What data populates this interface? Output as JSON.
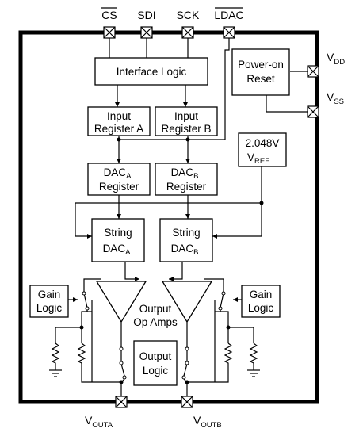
{
  "pins": {
    "cs": "CS",
    "sdi": "SDI",
    "sck": "SCK",
    "ldac": "LDAC",
    "vdd_main": "V",
    "vdd_sub": "DD",
    "vss_main": "V",
    "vss_sub": "SS",
    "vouta_main": "V",
    "vouta_sub": "OUTA",
    "voutb_main": "V",
    "voutb_sub": "OUTB"
  },
  "blocks": {
    "interface_logic": "Interface Logic",
    "power_on_line1": "Power-on",
    "power_on_line2": "Reset",
    "input_a_line1": "Input",
    "input_a_line2": "Register A",
    "input_b_line1": "Input",
    "input_b_line2": "Register B",
    "vref_value": "2.048V",
    "vref_main": "V",
    "vref_sub": "REF",
    "dac_a_main": "DAC",
    "dac_a_sub": "A",
    "dac_a_line2": "Register",
    "dac_b_main": "DAC",
    "dac_b_sub": "B",
    "dac_b_line2": "Register",
    "string_a_line1": "String",
    "string_a_main": "DAC",
    "string_a_sub": "A",
    "string_b_line1": "String",
    "string_b_main": "DAC",
    "string_b_sub": "B",
    "gain_a_line1": "Gain",
    "gain_a_line2": "Logic",
    "gain_b_line1": "Gain",
    "gain_b_line2": "Logic",
    "opamps_line1": "Output",
    "opamps_line2": "Op Amps",
    "output_logic_line1": "Output",
    "output_logic_line2": "Logic"
  }
}
